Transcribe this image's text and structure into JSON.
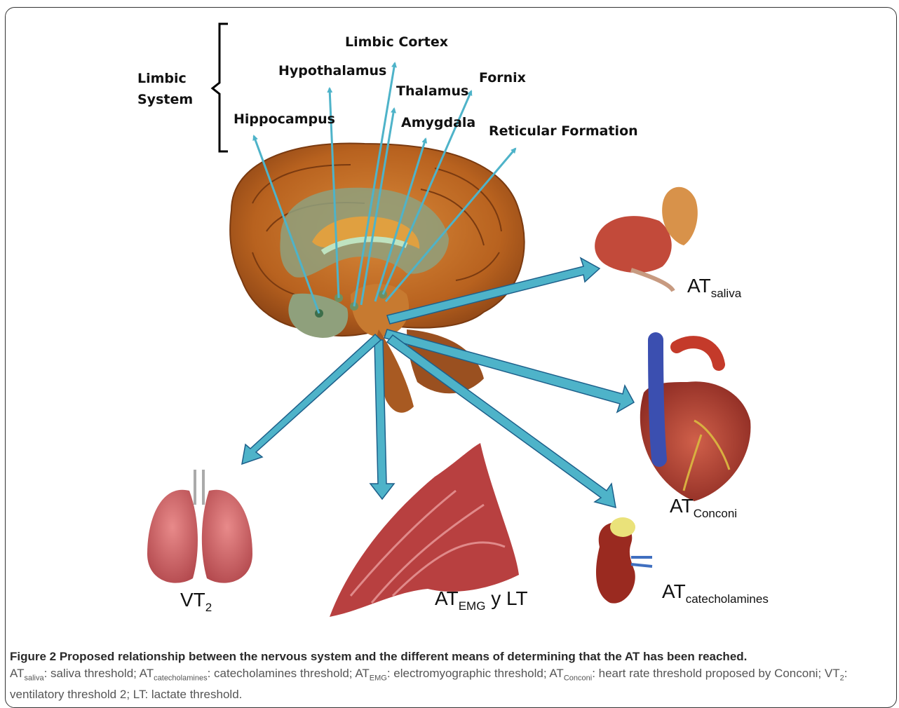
{
  "limbic": {
    "group_label_line1": "Limbic",
    "group_label_line2": "System",
    "structures": {
      "limbic_cortex": "Limbic Cortex",
      "hypothalamus": "Hypothalamus",
      "thalamus": "Thalamus",
      "fornix": "Fornix",
      "hippocampus": "Hippocampus",
      "amygdala": "Amygdala",
      "reticular_formation": "Reticular Formation"
    }
  },
  "outputs": {
    "saliva": {
      "base": "AT",
      "sub": "saliva"
    },
    "conconi": {
      "base": "AT",
      "sub": "Conconi"
    },
    "catecholamines": {
      "base": "AT",
      "sub": "catecholamines"
    },
    "emg": {
      "base": "AT",
      "sub": "EMG",
      "suffix": " y LT"
    },
    "vt": {
      "base": "VT",
      "sub": "2"
    }
  },
  "caption": {
    "title": "Figure 2 Proposed relationship between the nervous system and the different means of determining that the AT has been reached.",
    "legend": [
      {
        "base": "AT",
        "sub": "saliva",
        "text": ": saliva threshold; "
      },
      {
        "base": "AT",
        "sub": "catecholamines",
        "text": ": catecholamines threshold; "
      },
      {
        "base": "AT",
        "sub": "EMG",
        "text": ": electromyographic threshold; "
      },
      {
        "base": "AT",
        "sub": "Conconi",
        "text": ": heart rate threshold proposed by Conconi; "
      },
      {
        "base": "VT",
        "sub": "2",
        "text": ": ventilatory threshold 2; LT: lactate threshold."
      }
    ]
  },
  "colors": {
    "arrow_blue": "#4eb3c9",
    "arrow_outline": "#1d5f8a",
    "brain_orange": "#b8621f",
    "limbic_green": "#8fa07c",
    "organ_red": "#b2343a"
  }
}
